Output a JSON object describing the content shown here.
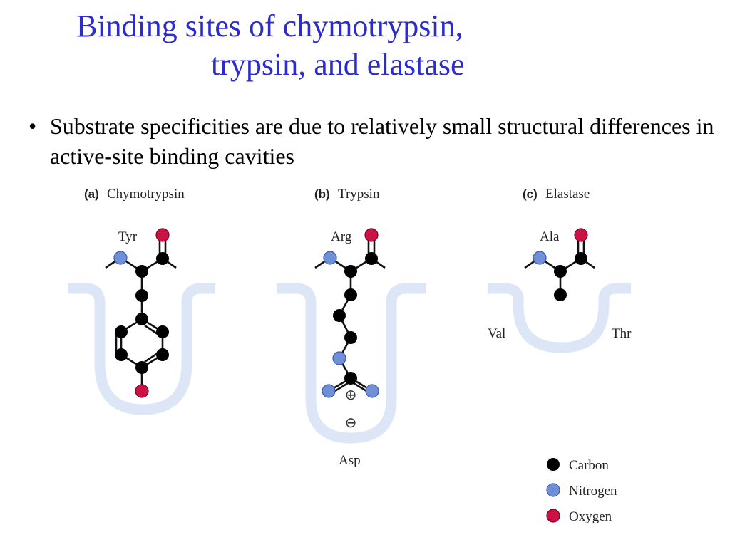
{
  "slide": {
    "title_line1": "Binding sites of chymotrypsin,",
    "title_line2": "trypsin, and elastase",
    "bullet": "Substrate specificities are due to relatively small structural differences in active-site binding cavities",
    "bullet_symbol": "•"
  },
  "panels": {
    "a": {
      "letter": "(a)",
      "name": "Chymotrypsin",
      "residue": "Tyr"
    },
    "b": {
      "letter": "(b)",
      "name": "Trypsin",
      "residue": "Arg",
      "pocket_residue": "Asp",
      "positive_charge": "⊕",
      "negative_charge": "⊖"
    },
    "c": {
      "letter": "(c)",
      "name": "Elastase",
      "residue": "Ala",
      "left_residue": "Val",
      "right_residue": "Thr"
    }
  },
  "legend": {
    "items": [
      {
        "label": "Carbon",
        "color": "#000000"
      },
      {
        "label": "Nitrogen",
        "color": "#6f8fd6"
      },
      {
        "label": "Oxygen",
        "color": "#cc1144"
      }
    ]
  },
  "colors": {
    "title": "#2b2bd0",
    "pocket": "#dde6f7",
    "carbon": "#000000",
    "nitrogen": "#6f8fd6",
    "oxygen": "#cc1144"
  }
}
